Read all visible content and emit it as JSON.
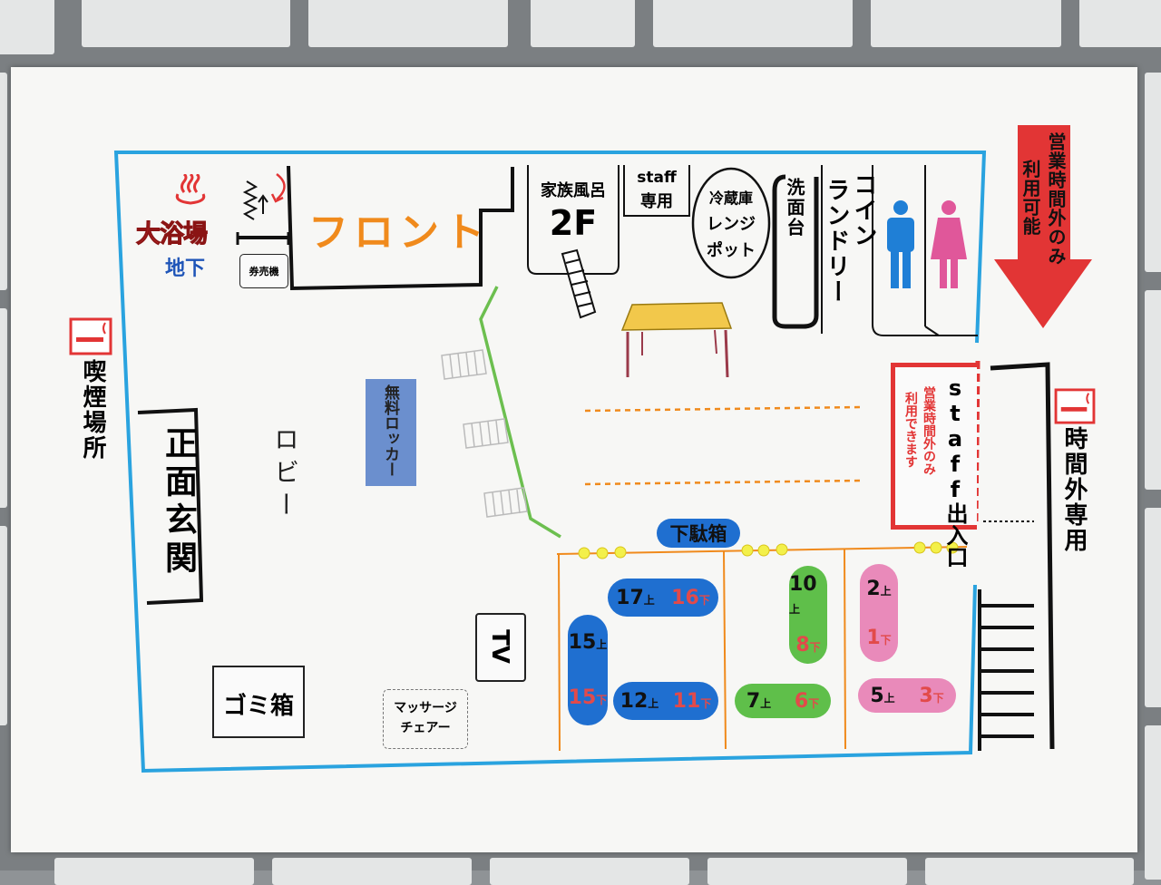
{
  "map": {
    "bath": {
      "name": "大浴場",
      "floor": "地下"
    },
    "ticket_machine": "券売機",
    "front_desk": "フロント",
    "family_bath": {
      "name": "家族風呂",
      "floor": "2F"
    },
    "staff_only": {
      "line1": "staff",
      "line2": "専用"
    },
    "appliances": {
      "line1": "冷蔵庫",
      "line2": "レンジ",
      "line3": "ポット"
    },
    "washbasin": "洗面台",
    "coin_laundry": {
      "line1": "コイン",
      "line2": "ランドリー"
    },
    "after_hours_arrow": {
      "line1": "営業時間外のみ",
      "line2": "利用可能"
    },
    "smoking_area": "喫煙場所",
    "main_entrance": "正面玄関",
    "lobby": "ロビー",
    "free_locker": "無料ロッカー",
    "staff_entrance": {
      "title": "staff出入口",
      "note1": "営業時間外のみ",
      "note2": "利用できます"
    },
    "after_hours_only": "時間外専用",
    "shoe_box": "下駄箱",
    "tv": "TV",
    "trash": "ゴミ箱",
    "massage_chair": {
      "line1": "マッサージ",
      "line2": "チェアー"
    },
    "upper": "上",
    "lower": "下",
    "lockers": [
      {
        "id": "blue-17-16",
        "a": "17",
        "b": "16"
      },
      {
        "id": "blue-15-15",
        "a": "15",
        "b": "15"
      },
      {
        "id": "blue-12-11",
        "a": "12",
        "b": "11"
      },
      {
        "id": "green-10-8",
        "a": "10",
        "b": "8"
      },
      {
        "id": "green-7-6",
        "a": "7",
        "b": "6"
      },
      {
        "id": "pink-2-1",
        "a": "2",
        "b": "1"
      },
      {
        "id": "pink-5-3",
        "a": "5",
        "b": "3"
      }
    ],
    "colors": {
      "wall_blue": "#2aa3df",
      "red": "#e23535",
      "orange": "#f08a1c",
      "blue_pill": "#1f6fd0",
      "green_pill": "#5fbf4a",
      "pink_pill": "#e98aba",
      "locker_box": "#6b8fce"
    },
    "icons": [
      "hot-spring-icon",
      "stairs-icon",
      "table-icon",
      "male-icon",
      "female-icon",
      "no-smoking-sign-icon",
      "arrow-down-icon"
    ]
  }
}
